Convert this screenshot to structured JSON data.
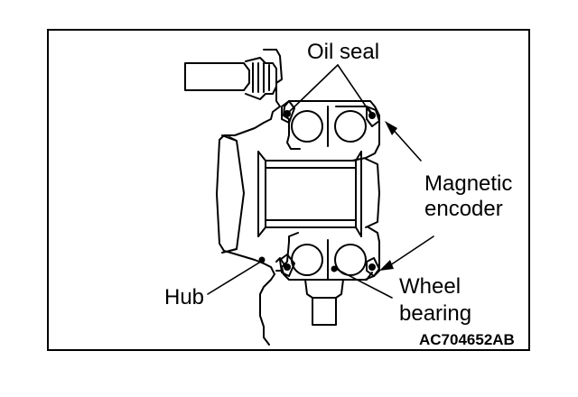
{
  "labels": {
    "oil_seal": "Oil seal",
    "magnetic_encoder_line1": "Magnetic",
    "magnetic_encoder_line2": "encoder",
    "hub": "Hub",
    "wheel_bearing_line1": "Wheel",
    "wheel_bearing_line2": "bearing"
  },
  "reference_code": "AC704652AB",
  "colors": {
    "line": "#000000",
    "background": "#ffffff"
  }
}
